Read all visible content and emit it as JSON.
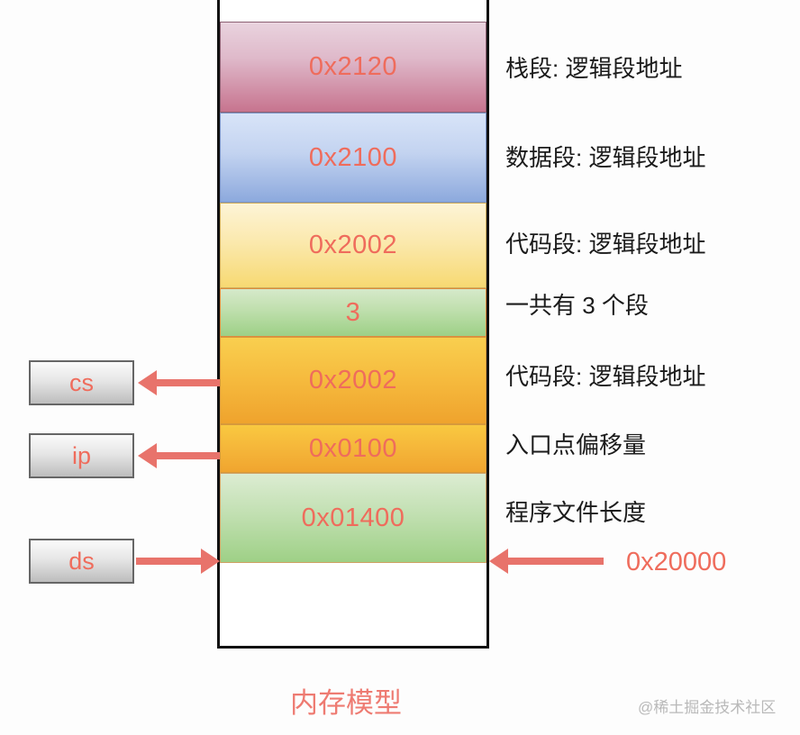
{
  "diagram": {
    "caption": "内存模型",
    "watermark": "@稀土掘金技术社区",
    "base_address": "0x20000",
    "colors": {
      "value_text": "#ef6c5c",
      "arrow": "#e8736b",
      "caption": "#ee7b72",
      "frame": "#111111",
      "watermark": "#b9b9b9"
    },
    "memory_blocks": [
      {
        "value": "0x2120",
        "label": "栈段: 逻辑段地址",
        "fill": "pink"
      },
      {
        "value": "0x2100",
        "label": "数据段: 逻辑段地址",
        "fill": "blue"
      },
      {
        "value": "0x2002",
        "label": "代码段: 逻辑段地址",
        "fill": "yellow"
      },
      {
        "value": "3",
        "label": "一共有 3 个段",
        "fill": "green"
      },
      {
        "value": "0x2002",
        "label": "代码段: 逻辑段地址",
        "fill": "orange"
      },
      {
        "value": "0x0100",
        "label": "入口点偏移量",
        "fill": "orange"
      },
      {
        "value": "0x01400",
        "label": "程序文件长度",
        "fill": "green"
      }
    ],
    "registers": [
      {
        "name": "cs",
        "arrow": "left"
      },
      {
        "name": "ip",
        "arrow": "left"
      },
      {
        "name": "ds",
        "arrow": "right"
      }
    ]
  }
}
